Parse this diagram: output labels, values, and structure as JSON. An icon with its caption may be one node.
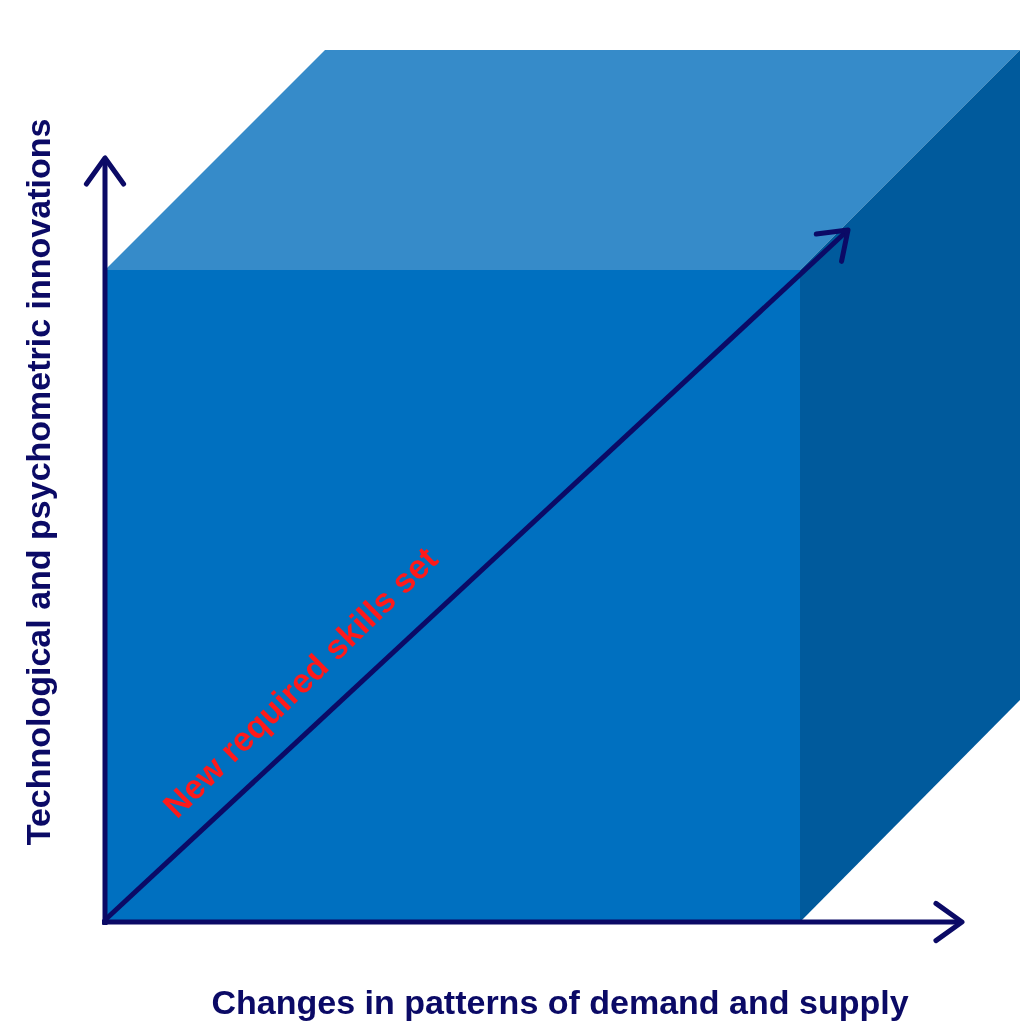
{
  "diagram": {
    "labels": [
      "Technological and psychometric innovations",
      "New required skills set",
      "Changes in patterns of demand and supply"
    ]
  }
}
